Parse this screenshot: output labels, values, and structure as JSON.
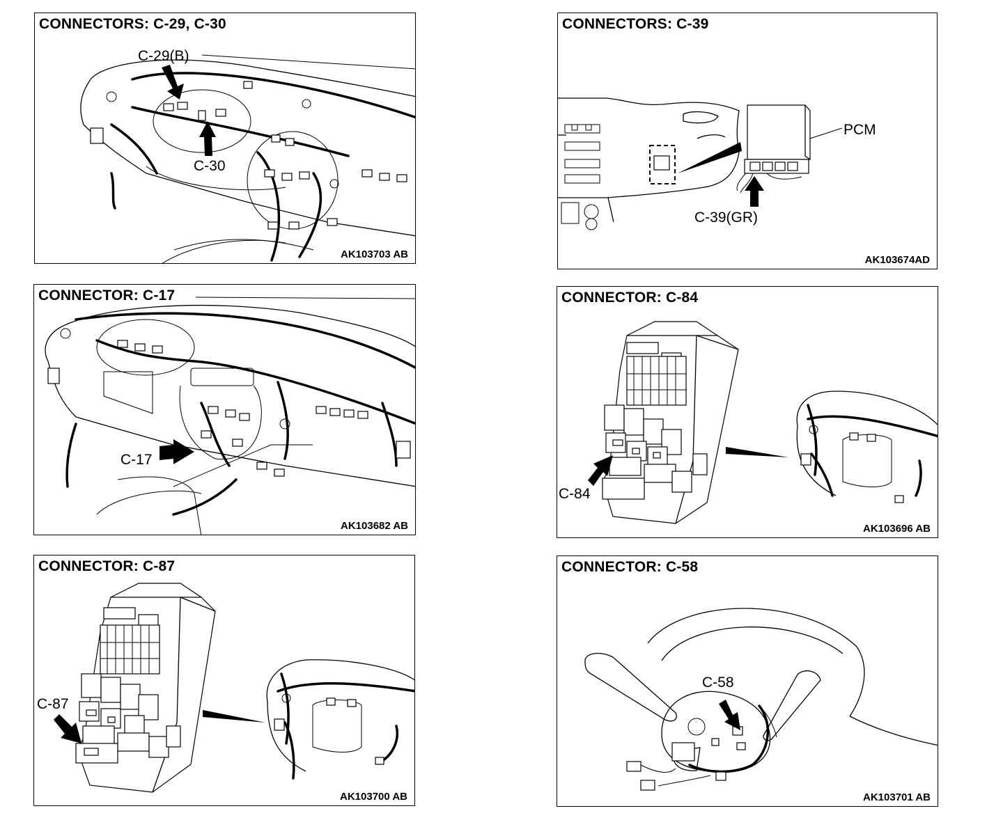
{
  "panels": [
    {
      "title": "CONNECTORS: C-29, C-30",
      "code": "AK103703 AB",
      "labels": [
        "C-29(B)",
        "C-30"
      ]
    },
    {
      "title": "CONNECTORS: C-39",
      "code": "AK103674AD",
      "labels": [
        "PCM",
        "C-39(GR)"
      ]
    },
    {
      "title": "CONNECTOR: C-17",
      "code": "AK103682 AB",
      "labels": [
        "C-17"
      ]
    },
    {
      "title": "CONNECTOR: C-84",
      "code": "AK103696 AB",
      "labels": [
        "C-84"
      ]
    },
    {
      "title": "CONNECTOR: C-87",
      "code": "AK103700 AB",
      "labels": [
        "C-87"
      ]
    },
    {
      "title": "CONNECTOR: C-58",
      "code": "AK103701 AB",
      "labels": [
        "C-58"
      ]
    }
  ]
}
